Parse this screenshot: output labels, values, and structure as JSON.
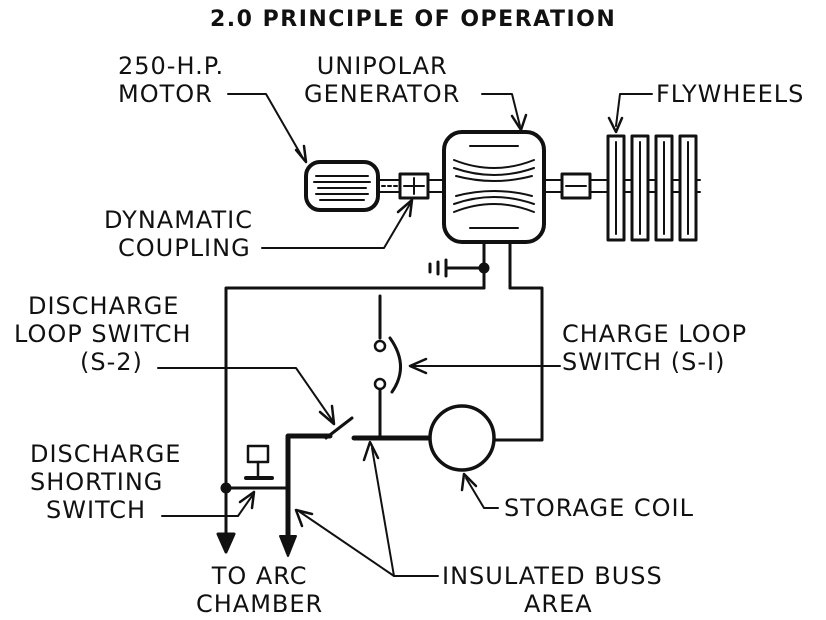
{
  "title": "2.0 PRINCIPLE OF OPERATION",
  "labels": {
    "motor": [
      "250-H.P.",
      "MOTOR"
    ],
    "generator": [
      "UNIPOLAR",
      "GENERATOR"
    ],
    "flywheels": "FLYWHEELS",
    "coupling": [
      "DYNAMATIC",
      "COUPLING"
    ],
    "discharge_loop_switch": [
      "DISCHARGE",
      "LOOP SWITCH",
      "(S-2)"
    ],
    "charge_loop_switch": [
      "CHARGE LOOP",
      "SWITCH (S-I)"
    ],
    "discharge_shorting_switch": [
      "DISCHARGE",
      "SHORTING",
      "SWITCH"
    ],
    "storage_coil": "STORAGE COIL",
    "arc_chamber": [
      "TO ARC",
      "CHAMBER"
    ],
    "insulated_buss": [
      "INSULATED BUSS",
      "AREA"
    ]
  },
  "colors": {
    "ink": "#111111",
    "background": "#ffffff"
  }
}
